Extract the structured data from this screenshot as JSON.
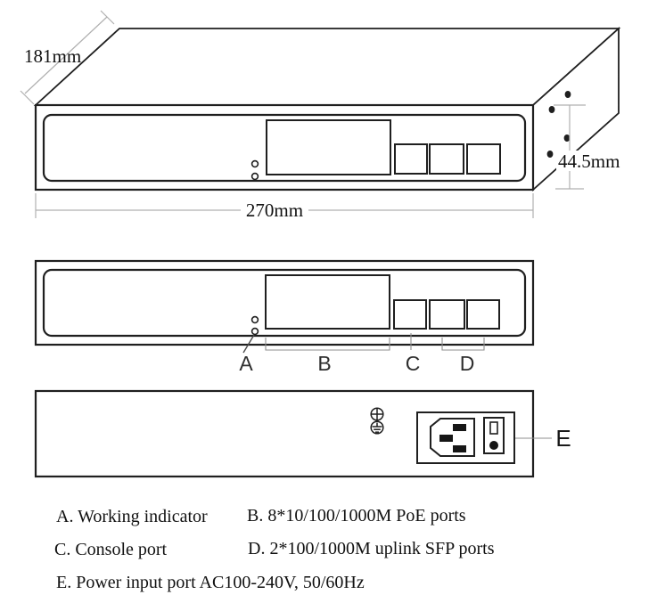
{
  "dimensions": {
    "depth": "181mm",
    "width": "270mm",
    "height": "44.5mm"
  },
  "callouts": {
    "a": "A",
    "b": "B",
    "c": "C",
    "d": "D",
    "e": "E"
  },
  "legend": {
    "a": "A. Working indicator",
    "b": "B. 8*10/100/1000M PoE ports",
    "c": "C. Console port",
    "d": "D. 2*100/1000M uplink SFP ports",
    "e": "E. Power input port AC100-240V, 50/60Hz"
  },
  "icons": {
    "screw_hole": "screw-hole-dot",
    "crosshead_screw": "crosshead-screw-icon",
    "protective_earth": "protective-earth-icon",
    "power_inlet": "iec-c14-inlet-icon",
    "power_switch": "power-switch-icon"
  },
  "colors": {
    "outline": "#1f1f1f",
    "dimension_line": "#b0b0b0",
    "callout_line": "#8f8f8f",
    "pin_fill": "#161616",
    "background": "#ffffff"
  }
}
